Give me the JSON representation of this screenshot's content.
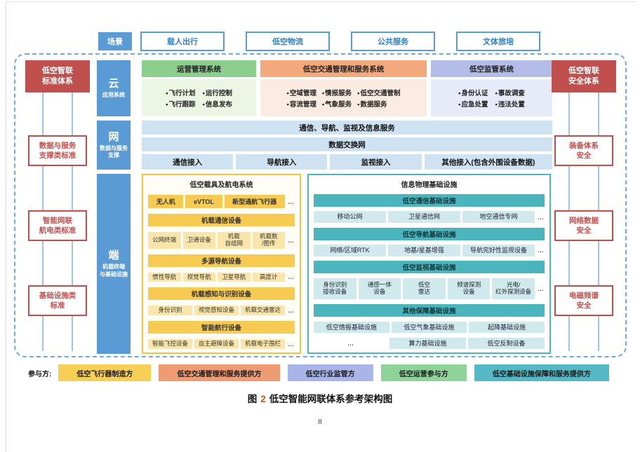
{
  "misc": {
    "ellipsis": "…"
  },
  "scenarios": {
    "label": "场景",
    "items": [
      "载人出行",
      "低空物流",
      "公共服务",
      "文体旅培"
    ]
  },
  "standards": {
    "title": "低空智联\n标准体系",
    "items": [
      "数据与服务\n支撑类标准",
      "智能网联\n航电类标准",
      "基础设施类\n标准"
    ]
  },
  "security": {
    "title": "低空智联\n安全体系",
    "items": [
      "装备体系\n安全",
      "网络数据\n安全",
      "电磁频谱\n安全"
    ]
  },
  "cloud": {
    "label": "云",
    "sublabel": "应用系统",
    "systems": [
      {
        "title": "运营管理系统",
        "items": [
          "飞行计划",
          "运行控制",
          "飞行跟踪",
          "信息发布"
        ]
      },
      {
        "title": "低空交通管理和服务系统",
        "items": [
          "空域管理",
          "情报服务",
          "低空交通管制",
          "容流管理",
          "气象服务",
          "数据服务"
        ]
      },
      {
        "title": "低空监管系统",
        "items": [
          "身份认证",
          "事故调查",
          "应急处置",
          "违法处置"
        ]
      }
    ]
  },
  "network": {
    "label": "网",
    "sublabel": "数据与服务\n支撑",
    "bars": [
      "通信、导航、监视及信息服务",
      "数据交换网"
    ],
    "access": [
      "通信接入",
      "导航接入",
      "监视接入",
      "其他接入(包含外围设备数据)"
    ]
  },
  "terminal": {
    "label": "端",
    "sublabel": "机载终端\n与基础设施",
    "vehicle": {
      "title": "低空载具及航电系统",
      "vehicles": [
        "无人机",
        "eVTOL",
        "新型通航飞行器"
      ],
      "sections": [
        {
          "header": "机载通信设备",
          "items": [
            "公网终端",
            "卫通设备",
            "机载\n自组网",
            "机载数\n/图传"
          ]
        },
        {
          "header": "多源导航设备",
          "items": [
            "惯性导航",
            "视觉导航",
            "卫星导航",
            "高度计"
          ]
        },
        {
          "header": "机载感知与识别设备",
          "items": [
            "身份识别",
            "视觉感知设备",
            "机载交通雷达"
          ]
        },
        {
          "header": "智能航行设备",
          "items": [
            "智能飞控设备",
            "自主避障设备",
            "机载电子围栏"
          ]
        }
      ]
    },
    "infra": {
      "title": "信息物理基础设施",
      "sections": [
        {
          "header": "低空通信基础设施",
          "items": [
            "移动公网",
            "卫星通信网",
            "地空通信专网"
          ]
        },
        {
          "header": "低空导航基础设施",
          "items": [
            "网络/区域RTK",
            "地基/星基增强",
            "导航完好性监视设备"
          ]
        },
        {
          "header": "低空监视基础设施",
          "items": [
            "身份识别\n接收设备",
            "通感一体\n设备",
            "低空\n雷达",
            "频谱探测\n设备",
            "光电/\n红外探测设备"
          ]
        },
        {
          "header": "其他保障基础设施",
          "rows": [
            [
              "低空情报基础设施",
              "低空气象基础设施",
              "起降基础设施"
            ],
            [
              "算力基础设施",
              "低空反制设备"
            ]
          ]
        }
      ]
    }
  },
  "participants": {
    "label": "参与方:",
    "items": [
      "低空飞行器制造方",
      "低空交通管理和服务提供方",
      "低空行业监管方",
      "低空运营参与方",
      "低空基础设施保障和服务提供方"
    ]
  },
  "caption": {
    "prefix": "图",
    "number": "2",
    "title": "低空智能网联体系参考架构图"
  },
  "page_number": "8",
  "palette": {
    "blue": "#5b9bd5",
    "light_blue": "#cfe2f1",
    "red": "#c0504d",
    "green_header": "#8cce8c",
    "green_body": "#edf6e3",
    "orange_header": "#f4a97c",
    "orange_body": "#fcebe0",
    "purple_header": "#b4bce8",
    "purple_body": "#e7eaf8",
    "gold": "#f7ca51",
    "light_gold": "#fbe5a8",
    "teal": "#4bb5be",
    "light_teal": "#cfe9ec",
    "figure_number_orange": "#c55a11"
  }
}
